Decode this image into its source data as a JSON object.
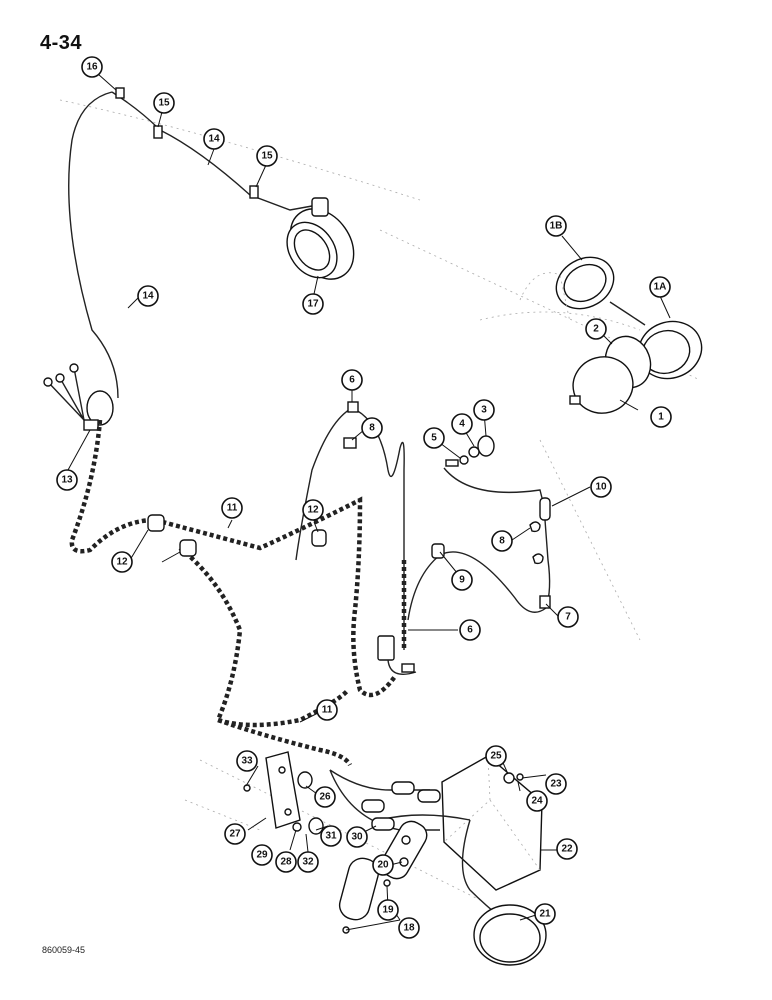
{
  "page": {
    "number": "4-34",
    "drawing_code": "860059-45"
  },
  "callouts": {
    "c1": "1",
    "c1A": "1A",
    "c1B": "1B",
    "c2": "2",
    "c3": "3",
    "c4": "4",
    "c5": "5",
    "c6a": "6",
    "c6b": "6",
    "c7": "7",
    "c8a": "8",
    "c8b": "8",
    "c9": "9",
    "c10": "10",
    "c11a": "11",
    "c11b": "11",
    "c12a": "12",
    "c12b": "12",
    "c13": "13",
    "c14a": "14",
    "c14b": "14",
    "c15a": "15",
    "c15b": "15",
    "c16": "16",
    "c17": "17",
    "c18": "18",
    "c19": "19",
    "c20": "20",
    "c21": "21",
    "c22": "22",
    "c23": "23",
    "c24": "24",
    "c25": "25",
    "c26": "26",
    "c27": "27",
    "c28": "28",
    "c29": "29",
    "c30": "30",
    "c31": "31",
    "c32": "32",
    "c33": "33"
  }
}
